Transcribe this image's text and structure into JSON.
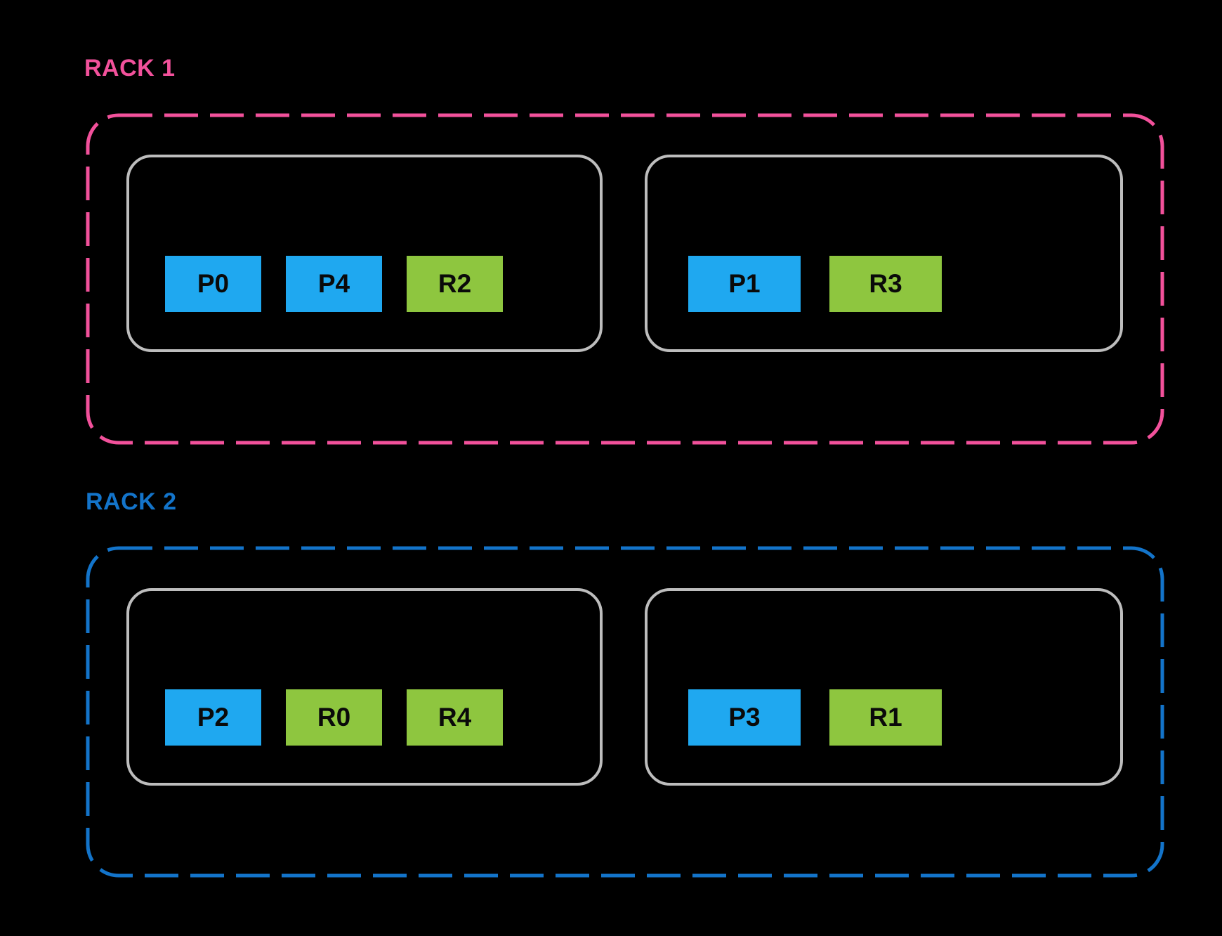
{
  "colors": {
    "background": "#000000",
    "rack1-accent": "#F2519B",
    "rack2-accent": "#1374CA",
    "node-blue": "#1FA8F0",
    "node-green": "#8EC63F",
    "host-border": "#BDBDBD",
    "node-text": "#0A0A0A"
  },
  "racks": [
    {
      "label": "RACK 1",
      "hosts": [
        {
          "nodes": [
            {
              "label": "P0",
              "kind": "P"
            },
            {
              "label": "P4",
              "kind": "P"
            },
            {
              "label": "R2",
              "kind": "R"
            }
          ]
        },
        {
          "nodes": [
            {
              "label": "P1",
              "kind": "P"
            },
            {
              "label": "R3",
              "kind": "R"
            }
          ]
        }
      ]
    },
    {
      "label": "RACK 2",
      "hosts": [
        {
          "nodes": [
            {
              "label": "P2",
              "kind": "P"
            },
            {
              "label": "R0",
              "kind": "R"
            },
            {
              "label": "R4",
              "kind": "R"
            }
          ]
        },
        {
          "nodes": [
            {
              "label": "P3",
              "kind": "P"
            },
            {
              "label": "R1",
              "kind": "R"
            }
          ]
        }
      ]
    }
  ]
}
